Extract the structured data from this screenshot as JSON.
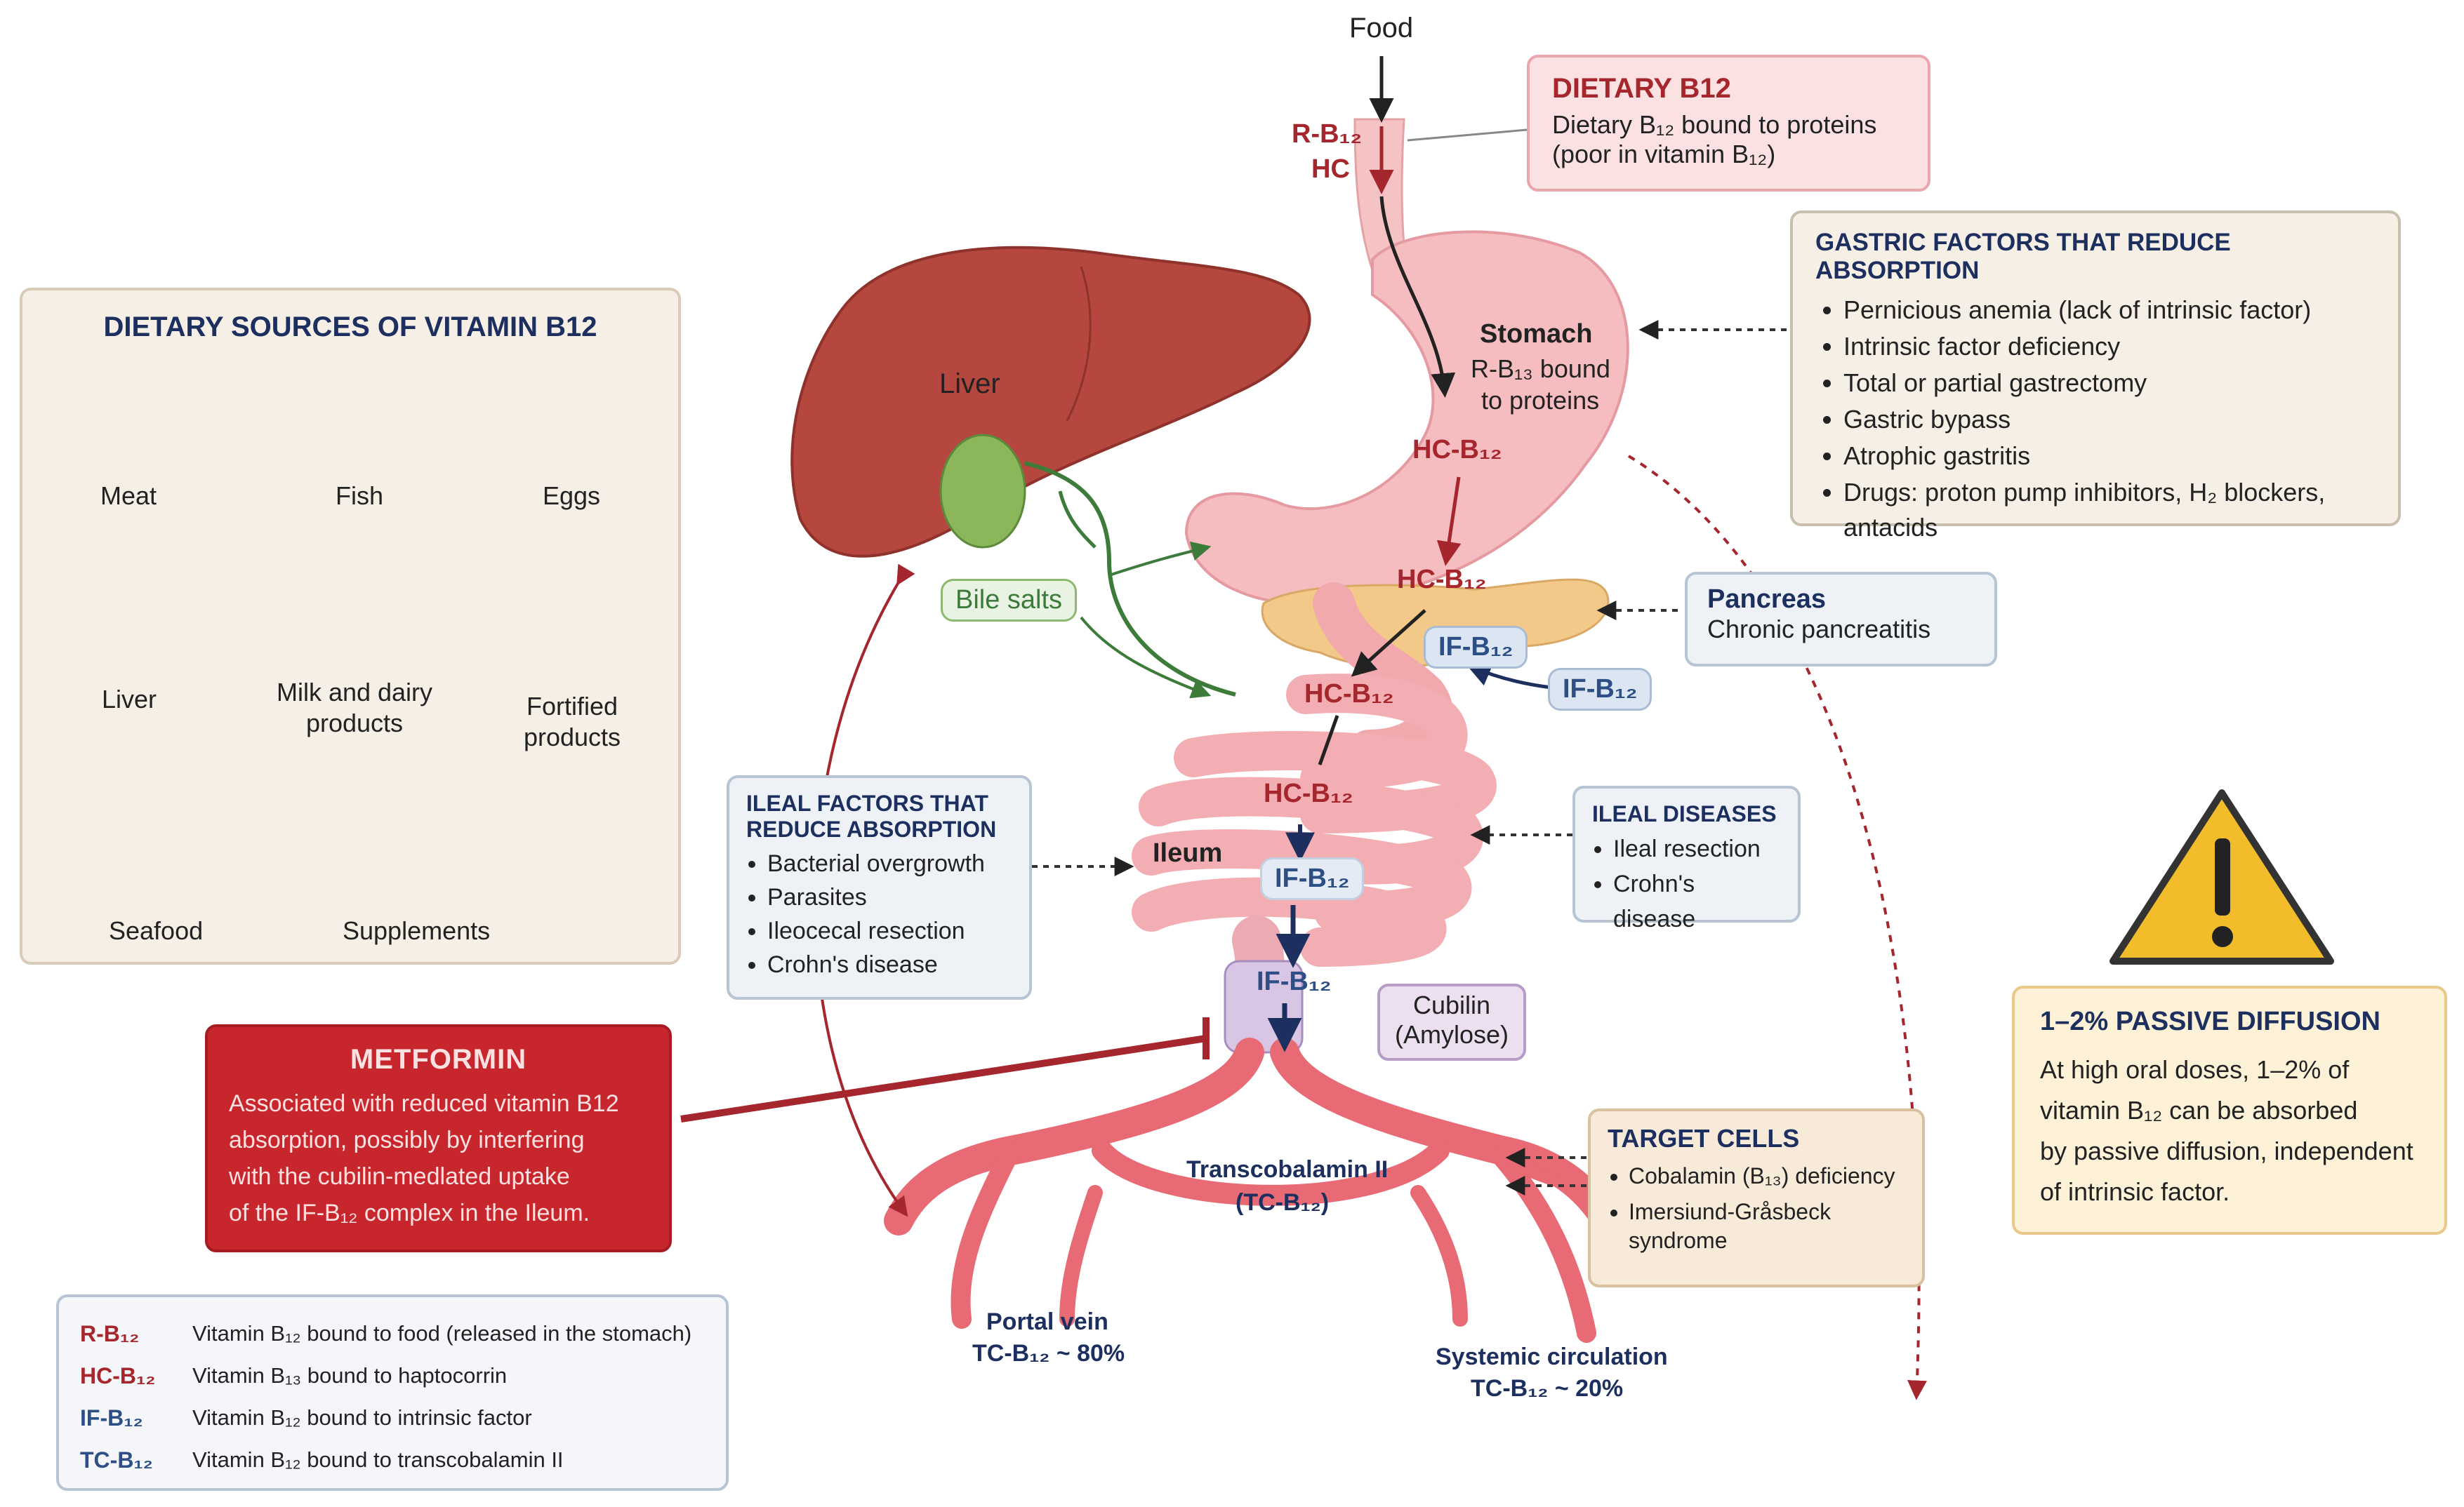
{
  "top": {
    "food": "Food",
    "r_b12": "R-B₁₂",
    "hc": "HC"
  },
  "dietary_b12": {
    "title": "DIETARY B12",
    "line1": "Dietary B₁₂ bound to proteins",
    "line2": "(poor in vitamin B₁₂)"
  },
  "gastric": {
    "title": "GASTRIC FACTORS THAT REDUCE ABSORPTION",
    "items": [
      "Pernicious anemia (lack of intrinsic factor)",
      "Intrinsic factor deficiency",
      "Total or partial gastrectomy",
      "Gastric bypass",
      "Atrophic gastritis",
      "Drugs: proton pump inhibitors, H₂ blockers,",
      "antacids"
    ]
  },
  "sources": {
    "title": "DIETARY SOURCES OF VITAMIN B12",
    "items": [
      {
        "label": "Meat"
      },
      {
        "label": "Fish"
      },
      {
        "label": "Eggs"
      },
      {
        "label": "Liver"
      },
      {
        "label": "Milk and dairy products"
      },
      {
        "label": "Fortified products"
      },
      {
        "label": "Seafood"
      },
      {
        "label": "Supplements"
      }
    ]
  },
  "anatomy": {
    "liver": "Liver",
    "stomach": "Stomach",
    "stomach_sub1": "R-B₁₃ bound",
    "stomach_sub2": "to proteins",
    "hc_b12_1": "HC-B₁₂",
    "hc_b12_2": "HC-B₁₂",
    "hc_b12_3": "HC-B₁₂",
    "hc_b12_4": "HC-B₁₂",
    "if_b12_1": "IF-B₁₂",
    "if_b12_side": "IF-B₁₂",
    "if_b12_2": "IF-B₁₂",
    "if_b12_3": "IF-B₁₂",
    "bile_salts": "Bile salts",
    "ileum": "Ileum",
    "cubilin1": "Cubilin",
    "cubilin2": "(Amylose)",
    "tc_title1": "Transcobalamin II",
    "tc_title2": "(TC-B₁₂)",
    "portal1": "Portal vein",
    "portal2": "TC-B₁₂ ~ 80%",
    "systemic1": "Systemic circulation",
    "systemic2": "TC-B₁₂ ~ 20%"
  },
  "pancreas": {
    "title": "Pancreas",
    "line": "Chronic pancreatitis"
  },
  "ileal_factors": {
    "title1": "ILEAL FACTORS THAT",
    "title2": "REDUCE ABSORPTION",
    "items": [
      "Bacterial overgrowth",
      "Parasites",
      "Ileocecal resection",
      "Crohn's disease"
    ]
  },
  "ileal_diseases": {
    "title": "ILEAL DISEASES",
    "items": [
      "Ileal resection",
      "Crohn's disease"
    ]
  },
  "metformin": {
    "title": "METFORMIN",
    "lines": [
      "Associated with reduced vitamin B12",
      "absorption, possibly by interfering",
      "with the cubilin-medlated uptake",
      "of the IF-B₁₂ complex in the Ileum."
    ]
  },
  "target_cells": {
    "title": "TARGET CELLS",
    "items": [
      "Cobalamin (B₁₃) deficiency",
      "Imersiund-Gråsbeck",
      "syndrome"
    ]
  },
  "passive": {
    "title": "1–2% PASSIVE DIFFUSION",
    "lines": [
      "At high oral doses, 1–2% of",
      "vitamin B₁₂ can be absorbed",
      "by passive diffusion, independent",
      "of intrinsic factor."
    ]
  },
  "legend": [
    {
      "key": "R-B₁₂",
      "desc": "Vitamin B₁₂ bound to food (released in the stomach)",
      "color": "#a5262c"
    },
    {
      "key": "HC-B₁₂",
      "desc": "Vitamin B₁₃ bound to haptocorrin",
      "color": "#a5262c"
    },
    {
      "key": "IF-B₁₂",
      "desc": "Vitamin B₁₂ bound to intrinsic factor",
      "color": "#2d4f86"
    },
    {
      "key": "TC-B₁₂",
      "desc": "Vitamin B₁₂ bound to transcobalamin II",
      "color": "#2d4f86"
    }
  ],
  "colors": {
    "red": "#a5262c",
    "navy": "#1c2f5e",
    "pink": "#f4b8bd",
    "liver": "#b5473f"
  }
}
